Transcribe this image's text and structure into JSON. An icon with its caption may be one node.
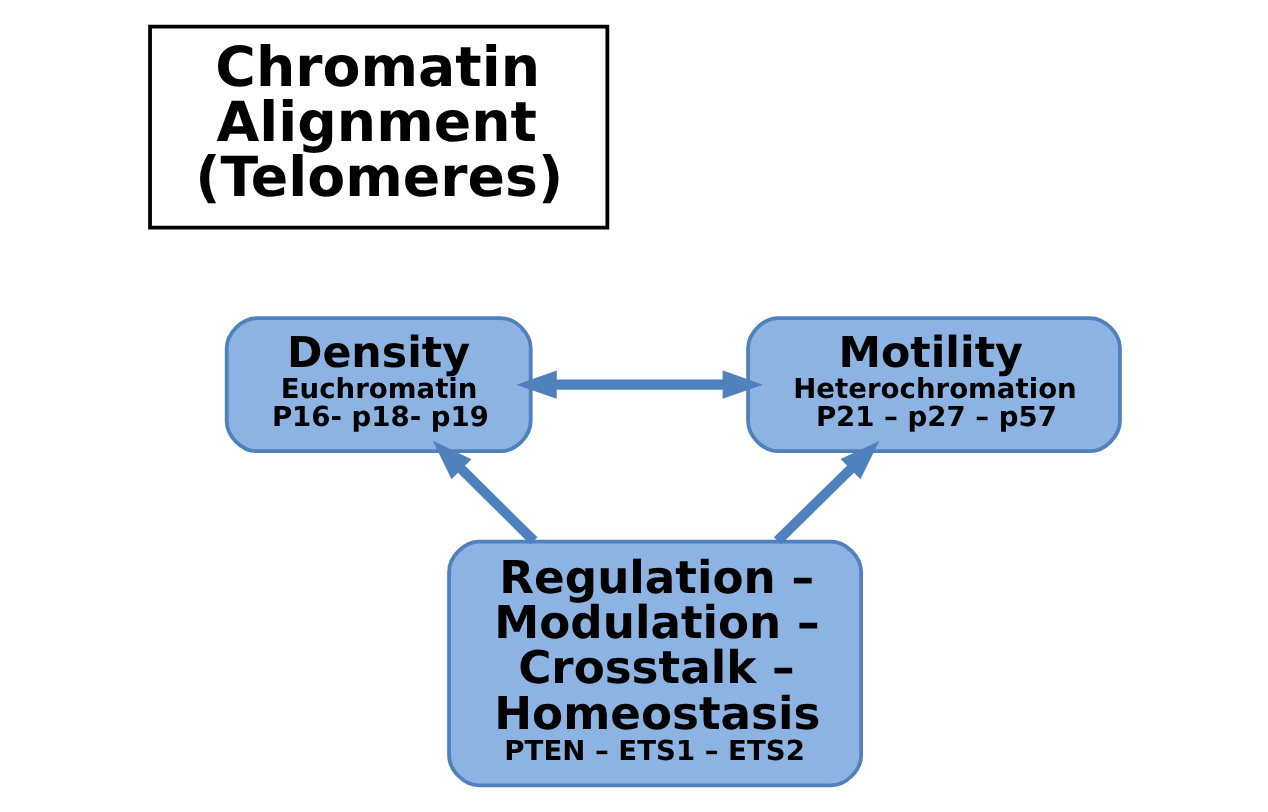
{
  "diagram": {
    "nodes": [
      {
        "text": [
          "Chromatin Alignment (Telomeres)"
        ]
      },
      {
        "text": [
          "Density",
          "Euchromatin",
          "P16- p18- p19"
        ]
      },
      {
        "text": [
          "Motility",
          "Heterochromation",
          "P21 – p27 – p57"
        ]
      },
      {
        "text": [
          "Regulation – Modulation – Crosstalk – Homeostasis",
          "PTEN – ETS1 – ETS2"
        ]
      }
    ],
    "edges": [
      {
        "from": 1,
        "to": 2,
        "arrow": "both"
      },
      {
        "from": 3,
        "to": 1,
        "arrow": "to"
      },
      {
        "from": 3,
        "to": 2,
        "arrow": "to"
      }
    ]
  }
}
